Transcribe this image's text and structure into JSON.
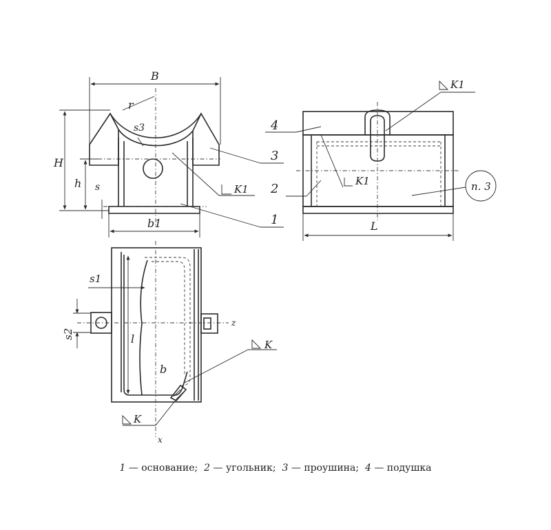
{
  "labels": {
    "B": "B",
    "r": "r",
    "s3": "s3",
    "H": "H",
    "h": "h",
    "s": "s",
    "b1": "b1",
    "L": "L",
    "s1": "s1",
    "s2": "s2",
    "l": "l",
    "b": "b",
    "x": "x",
    "z": "z",
    "K": "K",
    "K1": "K1",
    "note": "п. 3",
    "part1": "1",
    "part2": "2",
    "part3": "3",
    "part4": "4"
  },
  "caption": {
    "n1": "1",
    "t1": " — основание;  ",
    "n2": "2",
    "t2": " — угольник;  ",
    "n3": "3",
    "t3": " — проушина;  ",
    "n4": "4",
    "t4": " — подушка"
  }
}
